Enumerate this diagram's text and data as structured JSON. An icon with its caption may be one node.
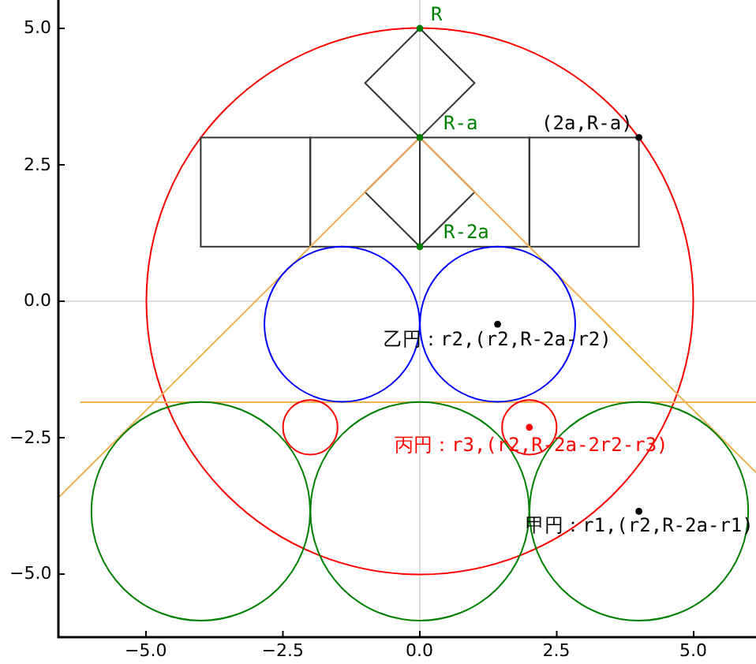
{
  "diagram": {
    "labels": [
      "5.0",
      "R",
      "R-a",
      "(2a,R-a)",
      "2.5",
      "R-2a",
      "0.0",
      "乙円：r2,(r2,R-2a-r2)",
      "−2.5",
      "丙円：r3,(r2,R-2a-2r2-r3)",
      "甲円：r1,(r2,R-2a-r1)",
      "−5.0",
      "−5.0",
      "−2.5",
      "0.0",
      "2.5",
      "5.0"
    ]
  }
}
